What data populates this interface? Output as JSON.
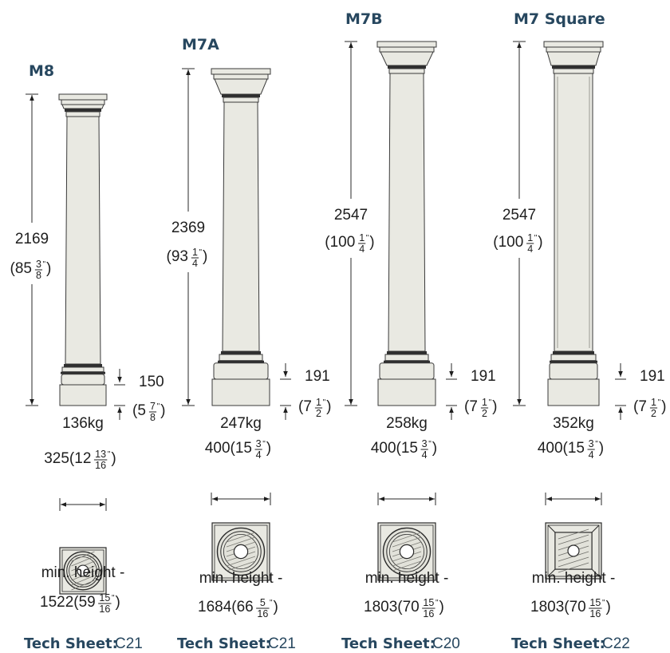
{
  "columns": [
    {
      "title": "M8",
      "height_mm": "2169",
      "height_in": {
        "whole": "85",
        "num": "3",
        "den": "8"
      },
      "base_mm": "150",
      "base_in": {
        "whole": "5",
        "num": "7",
        "den": "8"
      },
      "weight": "136kg",
      "width_mm": "325",
      "width_in": {
        "whole": "12",
        "num": "13",
        "den": "16"
      },
      "min_height_label": "min. height -",
      "min_height_mm": "1522",
      "min_height_in": {
        "whole": "59",
        "num": "15",
        "den": "16"
      },
      "tech_sheet_label": "Tech Sheet:",
      "tech_sheet_code": "C21",
      "plan_shape": "round"
    },
    {
      "title": "M7A",
      "height_mm": "2369",
      "height_in": {
        "whole": "93",
        "num": "1",
        "den": "4"
      },
      "base_mm": "191",
      "base_in": {
        "whole": "7",
        "num": "1",
        "den": "2"
      },
      "weight": "247kg",
      "width_mm": "400",
      "width_in": {
        "whole": "15",
        "num": "3",
        "den": "4"
      },
      "min_height_label": "min. height -",
      "min_height_mm": "1684",
      "min_height_in": {
        "whole": "66",
        "num": "5",
        "den": "16"
      },
      "tech_sheet_label": "Tech Sheet:",
      "tech_sheet_code": "C21",
      "plan_shape": "round"
    },
    {
      "title": "M7B",
      "height_mm": "2547",
      "height_in": {
        "whole": "100",
        "num": "1",
        "den": "4"
      },
      "base_mm": "191",
      "base_in": {
        "whole": "7",
        "num": "1",
        "den": "2"
      },
      "weight": "258kg",
      "width_mm": "400",
      "width_in": {
        "whole": "15",
        "num": "3",
        "den": "4"
      },
      "min_height_label": "min. height -",
      "min_height_mm": "1803",
      "min_height_in": {
        "whole": "70",
        "num": "15",
        "den": "16"
      },
      "tech_sheet_label": "Tech Sheet:",
      "tech_sheet_code": "C20",
      "plan_shape": "round"
    },
    {
      "title": "M7 Square",
      "height_mm": "2547",
      "height_in": {
        "whole": "100",
        "num": "1",
        "den": "4"
      },
      "base_mm": "191",
      "base_in": {
        "whole": "7",
        "num": "1",
        "den": "2"
      },
      "weight": "352kg",
      "width_mm": "400",
      "width_in": {
        "whole": "15",
        "num": "3",
        "den": "4"
      },
      "min_height_label": "min. height -",
      "min_height_mm": "1803",
      "min_height_in": {
        "whole": "70",
        "num": "15",
        "den": "16"
      },
      "tech_sheet_label": "Tech Sheet:",
      "tech_sheet_code": "C22",
      "plan_shape": "square"
    }
  ],
  "colors": {
    "heading": "#27475f",
    "column_fill": "#e9e9e2",
    "line": "#2a2a2a"
  },
  "icons": [
    "column-elevation-icon",
    "column-plan-icon",
    "dimension-arrow-icon"
  ]
}
